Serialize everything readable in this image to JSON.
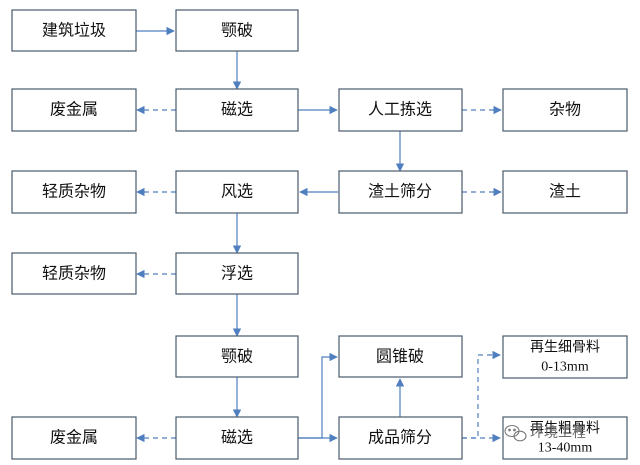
{
  "nodes": {
    "construction_waste": "建筑垃圾",
    "jaw_crusher_1": "颚破",
    "scrap_metal_1": "废金属",
    "magnetic_sep_1": "磁选",
    "manual_sorting": "人工拣选",
    "debris": "杂物",
    "light_debris_1": "轻质杂物",
    "air_sep": "风选",
    "soil_screening": "渣土筛分",
    "muck_soil": "渣土",
    "light_debris_2": "轻质杂物",
    "flotation": "浮选",
    "jaw_crusher_2": "颚破",
    "cone_crusher": "圆锥破",
    "fine_aggregate_line1": "再生细骨料",
    "fine_aggregate_line2": "0-13mm",
    "scrap_metal_2": "废金属",
    "magnetic_sep_2": "磁选",
    "product_screening": "成品筛分",
    "coarse_aggregate_line1": "再生粗骨料",
    "coarse_aggregate_line2": "13-40mm"
  },
  "watermark": "环境工程",
  "colors": {
    "box_border": "#4a5a6b",
    "arrow": "#4f7fbf",
    "text": "#111111"
  }
}
